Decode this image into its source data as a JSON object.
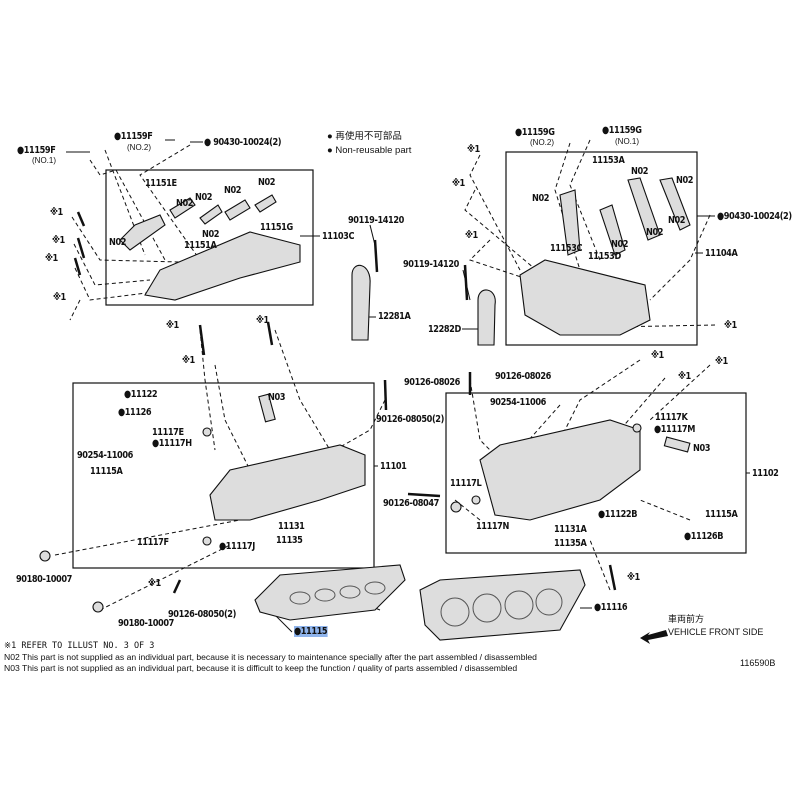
{
  "legend": {
    "jp": "● 再使用不可部品",
    "en": "● Non-reusable part"
  },
  "labels": {
    "p11159F_1": "●11159F",
    "p11159F_1n": "(NO.1)",
    "p11159F_2": "●11159F",
    "p11159F_2n": "(NO.2)",
    "p90430_L": "● 90430-10024(2)",
    "p11151E": "11151E",
    "n02a": "N02",
    "n02b": "N02",
    "n02c": "N02",
    "n02d": "N02",
    "n02e": "N02",
    "n02f": "N02",
    "p11151A": "11151A",
    "p11151G": "11151G",
    "p11103C": "11103C",
    "s1a": "※1",
    "s1b": "※1",
    "s1c": "※1",
    "s1d": "※1",
    "p90119_L": "90119-14120",
    "p12281A": "12281A",
    "p11159G_2": "●11159G",
    "p11159G_2n": "(NO.2)",
    "p11159G_1": "●11159G",
    "p11159G_1n": "(NO.1)",
    "s1e": "※1",
    "s1f": "※1",
    "s1g": "※1",
    "p11153A": "11153A",
    "n02g": "N02",
    "n02h": "N02",
    "n02i": "N02",
    "n02j": "N02",
    "n02k": "N02",
    "n02l": "N02",
    "p11153C": "11153C",
    "p11153D": "11153D",
    "p11104A": "11104A",
    "p90430_R": "●90430-10024(2)",
    "p90119_R": "90119-14120",
    "p12282D": "12282D",
    "s1h": "※1",
    "s1i": "※1",
    "s1j": "※1",
    "s1k": "※1",
    "p11122": "●11122",
    "p11126": "●11126",
    "n03a": "N03",
    "p11117E": "11117E",
    "p11117H": "●11117H",
    "p90254_L": "90254-11006",
    "p11115A_L": "11115A",
    "p11101": "11101",
    "p11131": "11131",
    "p11135": "11135",
    "p11117F": "11117F",
    "p11117J": "●11117J",
    "p90180_a": "90180-10007",
    "p90180_b": "90180-10007",
    "s1l": "※1",
    "p90126_08050b": "90126-08050(2)",
    "p11115": "●11115",
    "p90126_08026L": "90126-08026",
    "p90126_08050a": "90126-08050(2)",
    "p90126_08047": "90126-08047",
    "s1m": "※1",
    "s1n": "※1",
    "s1o": "※1",
    "p90126_08026R": "90126-08026",
    "p90254_R": "90254-11006",
    "p11117K": "11117K",
    "p11117M": "●11117M",
    "n03b": "N03",
    "p11102": "11102",
    "p11117L": "11117L",
    "p11117N": "11117N",
    "p11122B": "●11122B",
    "p11115A_R": "11115A",
    "p11131A": "11131A",
    "p11135A": "11135A",
    "p11126B": "●11126B",
    "s1p": "※1",
    "p11116": "●11116"
  },
  "direction": {
    "jp": "車両前方",
    "en": "VEHICLE FRONT SIDE"
  },
  "notes": {
    "n1": "※1 REFER TO ILLUST NO. 3 OF 3",
    "n2": "N02  This part is not supplied as an individual part, because it is necessary to maintenance specially after the part assembled / disassembled",
    "n3": "N03  This part is not supplied as an individual part, because it is difficult to keep the function / quality of parts  assembled / disassembled"
  },
  "illust_id": "116590B"
}
